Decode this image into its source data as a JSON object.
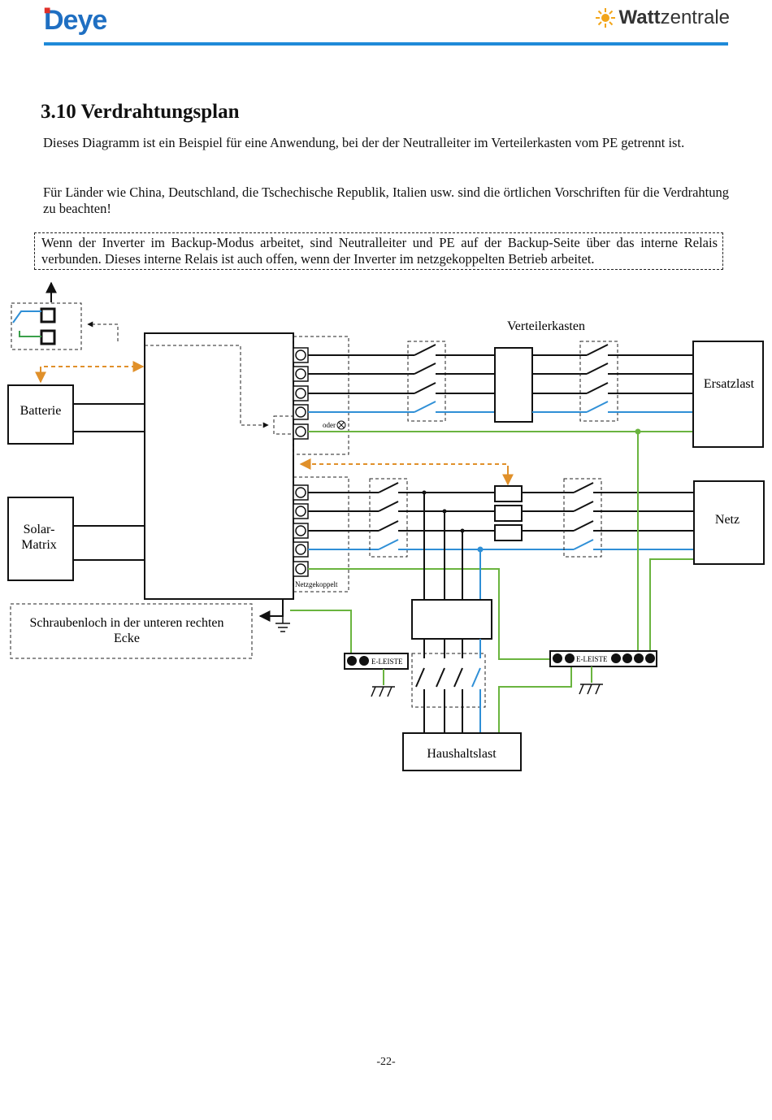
{
  "header": {
    "brand_left": "Deye",
    "brand_right_bold": "Watt",
    "brand_right_light": "zentrale",
    "rule_color": "#1f8ad8"
  },
  "section": {
    "title": "3.10 Verdrahtungsplan",
    "paragraph1": "Dieses Diagramm ist ein Beispiel für eine Anwendung, bei der der Neutralleiter im Verteilerkasten vom PE getrennt ist.",
    "paragraph2": "Für Länder wie China, Deutschland, die Tschechische Republik, Italien usw. sind die örtlichen Vorschriften für die Verdrahtung zu beachten!",
    "note": "Wenn der Inverter im Backup-Modus arbeitet, sind Neutralleiter und PE auf der Backup-Seite über das interne Relais verbunden. Dieses interne Relais ist auch offen, wenn der Inverter im netzgekoppelten Betrieb arbeitet."
  },
  "diagram": {
    "batterie": "Batterie",
    "solar_line1": "Solar-",
    "solar_line2": "Matrix",
    "verteilerkasten": "Verteilerkasten",
    "ersatzlast": "Ersatzlast",
    "netz": "Netz",
    "oder": "oder",
    "netzgekoppelt": "Netzgekoppelt",
    "screw_line1": "Schraubenloch in der unteren rechten",
    "screw_line2": "Ecke",
    "e_leiste_1": "E-LEISTE",
    "e_leiste_2": "E-LEISTE",
    "haushaltslast": "Haushaltslast",
    "colors": {
      "neutral": "#2f8fd6",
      "pe": "#6ab43f",
      "comm": "#e0902a",
      "wire": "#111111"
    }
  },
  "footer": {
    "page_number": "-22-"
  }
}
